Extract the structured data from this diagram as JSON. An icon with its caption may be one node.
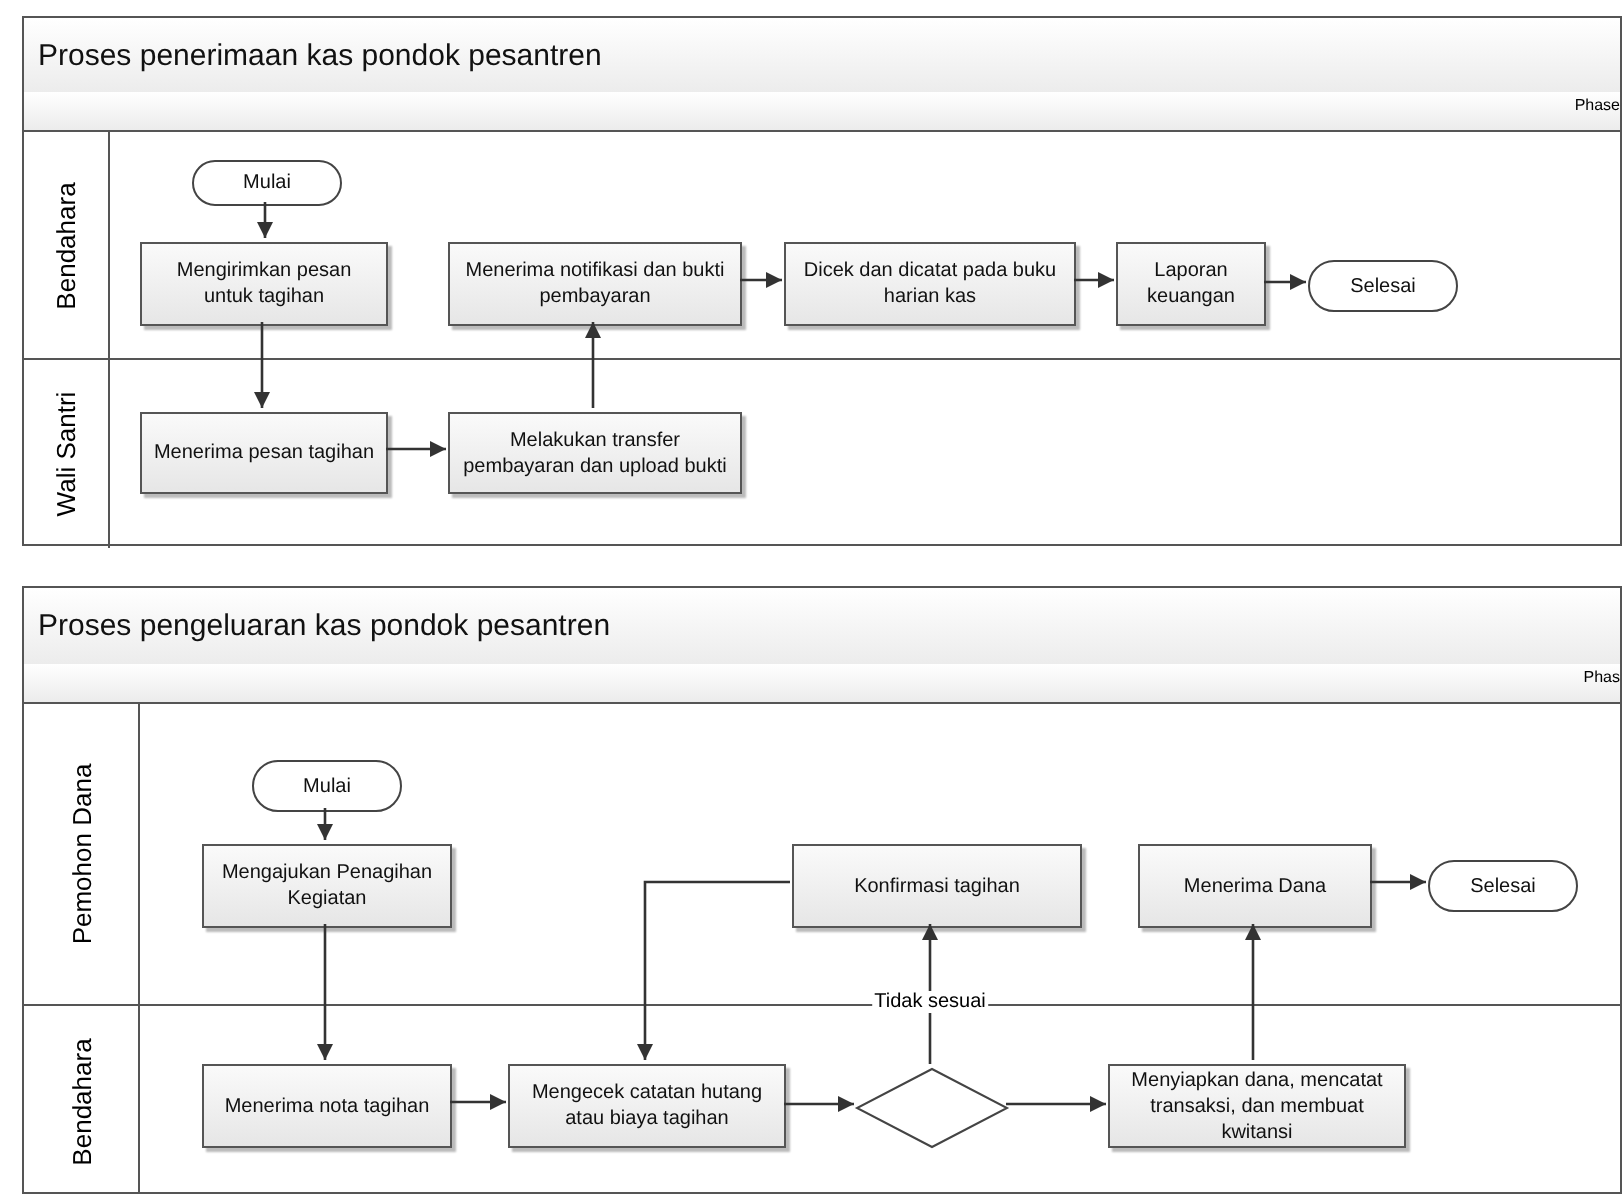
{
  "diagram": {
    "nodes": [
      {
        "text": [
          "Proses penerimaan kas pondok pesantren"
        ]
      },
      {
        "text": [
          "Bendahara"
        ],
        "in": 0
      },
      {
        "text": [
          "Wali Santri"
        ],
        "in": 0
      },
      {
        "text": [
          "Mulai"
        ],
        "in": 1
      },
      {
        "text": [
          "Mengirimkan pesan untuk tagihan"
        ],
        "in": 1
      },
      {
        "text": [
          "Menerima notifikasi dan bukti pembayaran"
        ],
        "in": 1
      },
      {
        "text": [
          "Dicek dan dicatat pada buku harian kas"
        ],
        "in": 1
      },
      {
        "text": [
          "Laporan keuangan"
        ],
        "in": 1
      },
      {
        "text": [
          "Selesai"
        ],
        "in": 1
      },
      {
        "text": [
          "Menerima pesan tagihan"
        ],
        "in": 2
      },
      {
        "text": [
          "Melakukan transfer pembayaran dan upload bukti"
        ],
        "in": 2
      },
      {
        "text": [
          "Proses pengeluaran kas pondok pesantren"
        ]
      },
      {
        "text": [
          "Pemohon Dana"
        ],
        "in": 11
      },
      {
        "text": [
          "Bendahara"
        ],
        "in": 11
      },
      {
        "text": [
          "Mulai"
        ],
        "in": 12
      },
      {
        "text": [
          "Mengajukan Penagihan Kegiatan"
        ],
        "in": 12
      },
      {
        "text": [
          "Konfirmasi tagihan"
        ],
        "in": 12
      },
      {
        "text": [
          "Menerima Dana"
        ],
        "in": 12
      },
      {
        "text": [
          "Selesai"
        ],
        "in": 12
      },
      {
        "text": [
          "Menerima nota tagihan"
        ],
        "in": 13
      },
      {
        "text": [
          "Mengecek catatan hutang atau biaya tagihan"
        ],
        "in": 13
      },
      {
        "text": [],
        "shape": "diamond",
        "in": 13
      },
      {
        "text": [
          "Menyiapkan dana, mencatat transaksi, dan membuat kwitansi"
        ],
        "in": 13
      }
    ],
    "edges": [
      {
        "from": 3,
        "to": 4,
        "arrow": "to"
      },
      {
        "from": 4,
        "to": 9,
        "arrow": "to"
      },
      {
        "from": 9,
        "to": 10,
        "arrow": "to"
      },
      {
        "from": 10,
        "to": 5,
        "arrow": "to"
      },
      {
        "from": 5,
        "to": 6,
        "arrow": "to"
      },
      {
        "from": 6,
        "to": 7,
        "arrow": "to"
      },
      {
        "from": 7,
        "to": 8,
        "arrow": "to"
      },
      {
        "from": 14,
        "to": 15,
        "arrow": "to"
      },
      {
        "from": 15,
        "to": 19,
        "arrow": "to"
      },
      {
        "from": 19,
        "to": 20,
        "arrow": "to"
      },
      {
        "from": 20,
        "to": 21,
        "arrow": "to"
      },
      {
        "from": 21,
        "to": 16,
        "arrow": "to",
        "label": "Tidak sesuai"
      },
      {
        "from": 16,
        "to": 20,
        "arrow": "to"
      },
      {
        "from": 21,
        "to": 22,
        "arrow": "to"
      },
      {
        "from": 22,
        "to": 17,
        "arrow": "to"
      },
      {
        "from": 17,
        "to": 18,
        "arrow": "to"
      }
    ],
    "labels": [
      "Phase",
      "Phas"
    ]
  }
}
